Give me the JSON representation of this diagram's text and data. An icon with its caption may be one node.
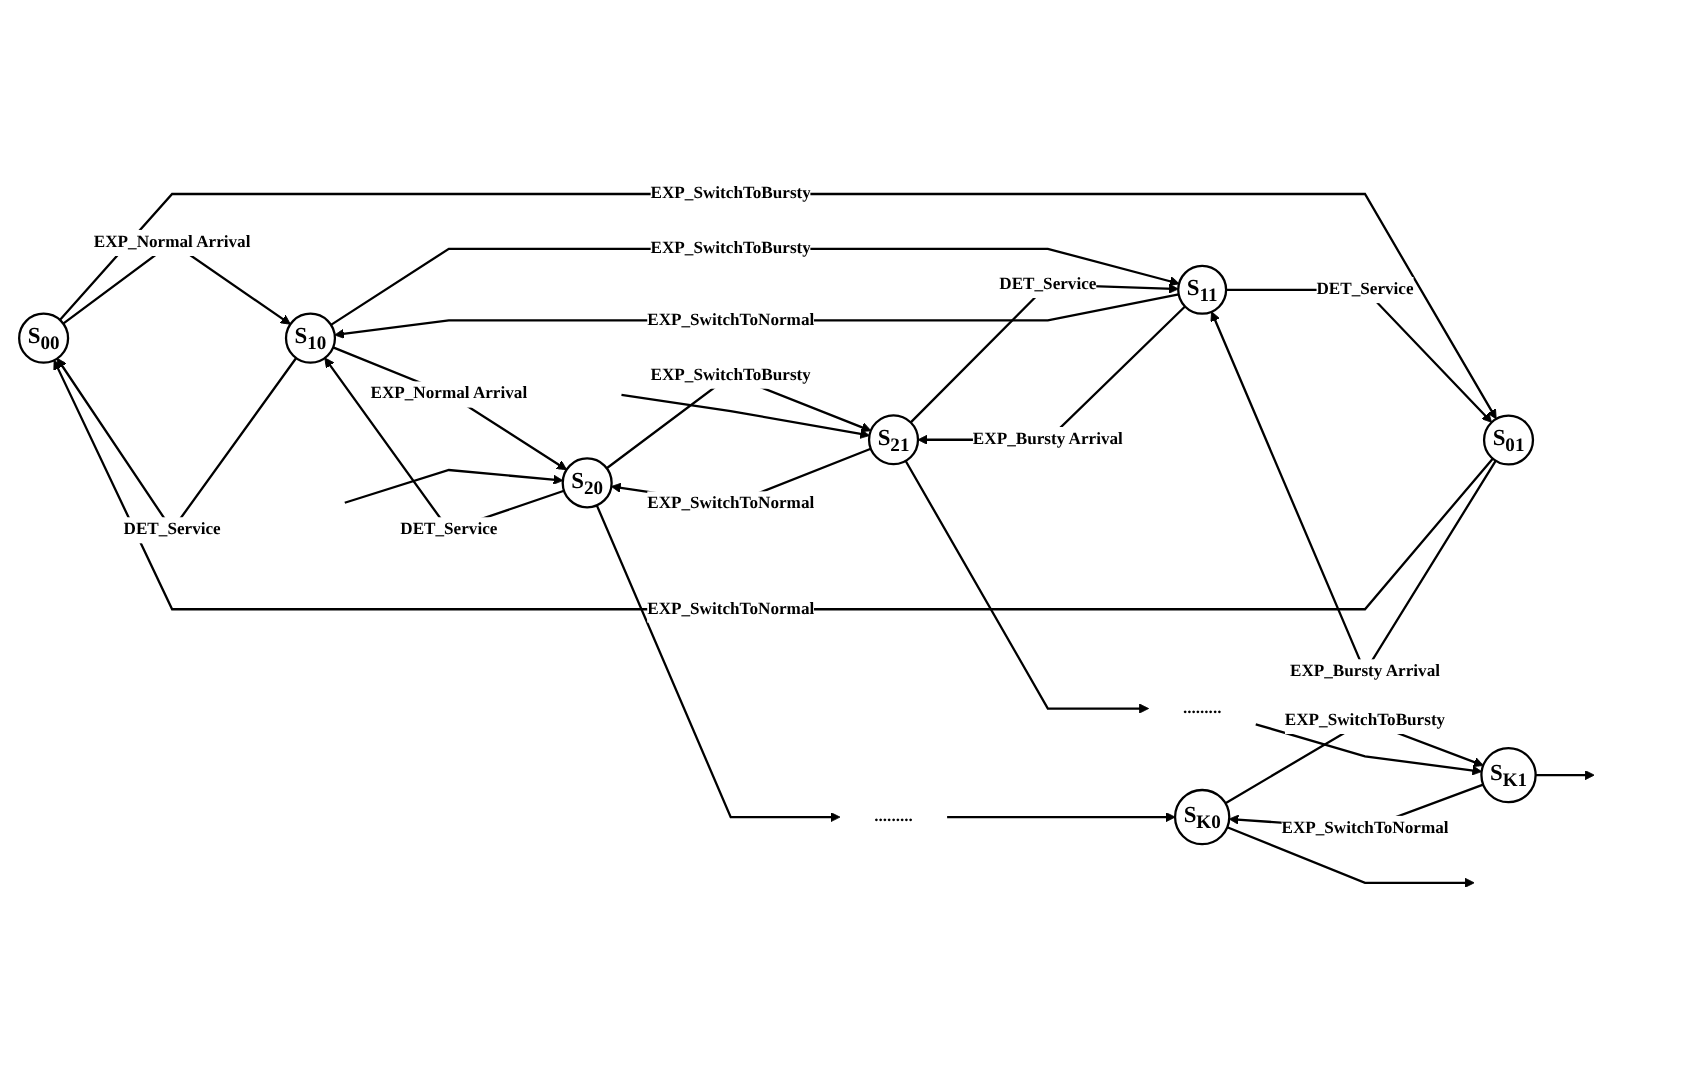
{
  "diagram": {
    "nodes": [
      {
        "text": [
          "S$_{00}$"
        ]
      },
      {
        "text": [
          "S$_{10}$"
        ]
      },
      {
        "text": [
          "S$_{20}$"
        ]
      },
      {
        "text": [
          "........."
        ]
      },
      {
        "text": [
          "S$_{K0}$"
        ]
      },
      {
        "text": [
          "S$_{01}$"
        ]
      },
      {
        "text": [
          "S$_{11}$"
        ]
      },
      {
        "text": [
          "S$_{21}$"
        ]
      },
      {
        "text": [
          "........."
        ]
      },
      {
        "text": [
          "S$_{K1}$"
        ]
      }
    ],
    "edges": [
      {
        "from": 1,
        "to": 0,
        "arrow": "to",
        "label": "DET_Service"
      },
      {
        "from": 0,
        "to": 1,
        "arrow": "to",
        "label": "EXP_Normal Arrival"
      },
      {
        "from": 2,
        "to": 1,
        "arrow": "to",
        "label": "DET_Service"
      },
      {
        "from": 1,
        "to": 2,
        "arrow": "to",
        "label": "EXP_Normal Arrival"
      },
      {
        "from": null,
        "to": 2,
        "arrow": "to"
      },
      {
        "from": 2,
        "to": 3,
        "arrow": "to"
      },
      {
        "from": 3,
        "to": 4,
        "arrow": "to"
      },
      {
        "from": 4,
        "to": null,
        "arrow": "to"
      },
      {
        "from": 0,
        "to": 5,
        "arrow": "to",
        "label": "EXP_SwitchToBursty"
      },
      {
        "from": 5,
        "to": 0,
        "arrow": "to",
        "label": "EXP_SwitchToNormal"
      },
      {
        "from": 1,
        "to": 6,
        "arrow": "to",
        "label": "EXP_SwitchToBursty"
      },
      {
        "from": 6,
        "to": 1,
        "arrow": "to",
        "label": "EXP_SwitchToNormal"
      },
      {
        "from": 2,
        "to": 7,
        "arrow": "to",
        "label": "EXP_SwitchToBursty"
      },
      {
        "from": 7,
        "to": 2,
        "arrow": "to",
        "label": "EXP_SwitchToNormal"
      },
      {
        "from": 4,
        "to": 9,
        "arrow": "to",
        "label": "EXP_SwitchToBursty"
      },
      {
        "from": 9,
        "to": 4,
        "arrow": "to",
        "label": "EXP_SwitchToNormal"
      },
      {
        "from": 5,
        "to": 6,
        "arrow": "to",
        "label": "EXP_Bursty Arrival"
      },
      {
        "from": 6,
        "to": 5,
        "arrow": "to",
        "label": "DET_Service"
      },
      {
        "from": 6,
        "to": 7,
        "arrow": "to",
        "label": "EXP_Bursty Arrival"
      },
      {
        "from": 7,
        "to": 6,
        "arrow": "to",
        "label": "DET_Service"
      },
      {
        "from": null,
        "to": 7,
        "arrow": "to"
      },
      {
        "from": 7,
        "to": 8,
        "arrow": "to"
      },
      {
        "from": 8,
        "to": 9,
        "arrow": "to"
      },
      {
        "from": 9,
        "to": null,
        "arrow": "to"
      }
    ]
  }
}
